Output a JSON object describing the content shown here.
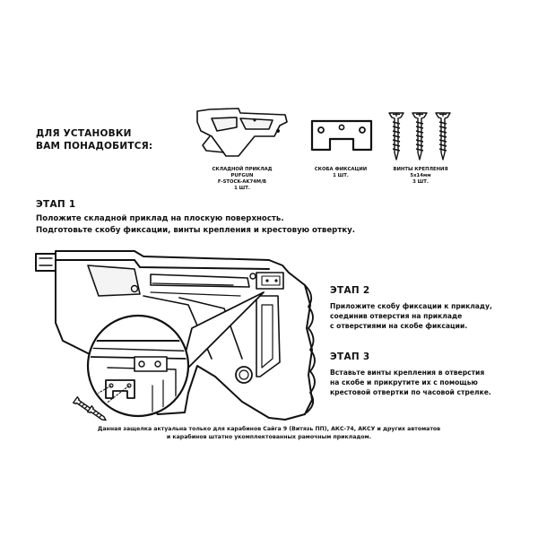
{
  "requirements": {
    "title_lines": [
      "ДЛЯ УСТАНОВКИ",
      "ВАМ ПОНАДОБИТСЯ:"
    ],
    "items": [
      {
        "name": "stock",
        "lines": [
          "СКЛАДНОЙ ПРИКЛАД",
          "PUFGUN",
          "F-STOCK-AK74M/B",
          "1 ШТ."
        ]
      },
      {
        "name": "bracket",
        "lines": [
          "СКОБА ФИКСАЦИИ",
          "1 ШТ."
        ]
      },
      {
        "name": "screws",
        "lines": [
          "ВИНТЫ КРЕПЛЕНИЯ",
          "5x14мм",
          "3 ШТ."
        ]
      }
    ]
  },
  "step1": {
    "heading": "ЭТАП 1",
    "lines": [
      "Положите складной приклад на плоскую поверхность.",
      "Подготовьте скобу фиксации, винты крепления и крестовую отвертку."
    ]
  },
  "step2": {
    "heading": "ЭТАП 2",
    "lines": [
      "Приложите скобу фиксации к прикладу,",
      "соединив отверстия на прикладе",
      "с отверстиями на скобе фиксации."
    ]
  },
  "step3": {
    "heading": "ЭТАП 3",
    "lines": [
      "Вставьте винты крепления в отверстия",
      "на скобе и прикрутите их с помощью",
      "крестовой отвертки по часовой стрелке."
    ]
  },
  "note": {
    "lines": [
      "Данная защелка актуальна только для карабинов Сайга 9 (Витязь ПП), АКС-74, АКСУ и других автоматов",
      "и карабинов штатно укомплектованных рамочным прикладом."
    ]
  },
  "colors": {
    "ink": "#111111",
    "background": "#ffffff",
    "fill_light": "#f4f4f4"
  },
  "icons": [
    "folding-stock-icon",
    "fixing-bracket-icon",
    "screw-icon"
  ]
}
